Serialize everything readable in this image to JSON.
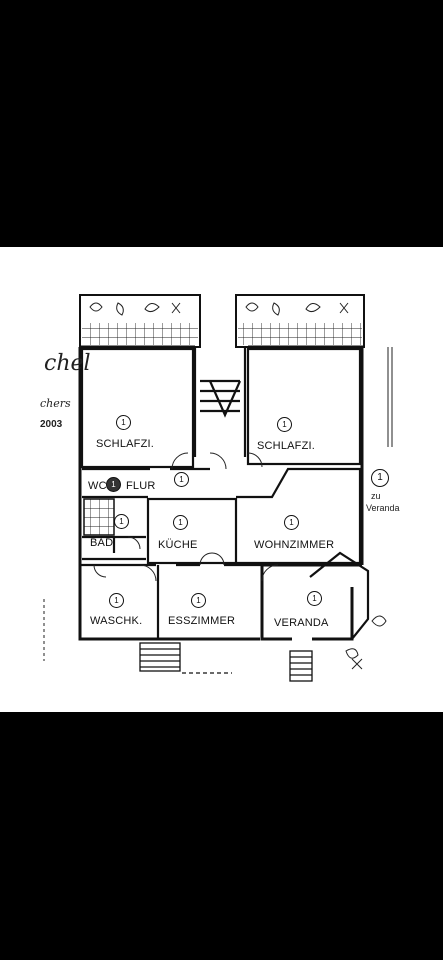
{
  "rooms": [
    {
      "key": "schlafzi-left",
      "label": "SCHLAFZI.",
      "marker": "1"
    },
    {
      "key": "schlafzi-right",
      "label": "SCHLAFZI.",
      "marker": "1"
    },
    {
      "key": "wc",
      "label": "WC",
      "marker": "1"
    },
    {
      "key": "flur",
      "label": "FLUR",
      "marker": "1"
    },
    {
      "key": "bad",
      "label": "BAD",
      "marker": "1"
    },
    {
      "key": "kueche",
      "label": "KÜCHE",
      "marker": "1"
    },
    {
      "key": "wohnzimmer",
      "label": "WOHNZIMMER",
      "marker": "1"
    },
    {
      "key": "waschk",
      "label": "WASCHK.",
      "marker": "1"
    },
    {
      "key": "esszimmer",
      "label": "ESSZIMMER",
      "marker": "1"
    },
    {
      "key": "veranda",
      "label": "VERANDA",
      "marker": "1"
    }
  ],
  "annotations": {
    "side_marker": "1",
    "side_zu": "zu",
    "side_veranda": "Veranda",
    "signature_top": "chel",
    "signature_name": "chers",
    "year": "2003"
  }
}
